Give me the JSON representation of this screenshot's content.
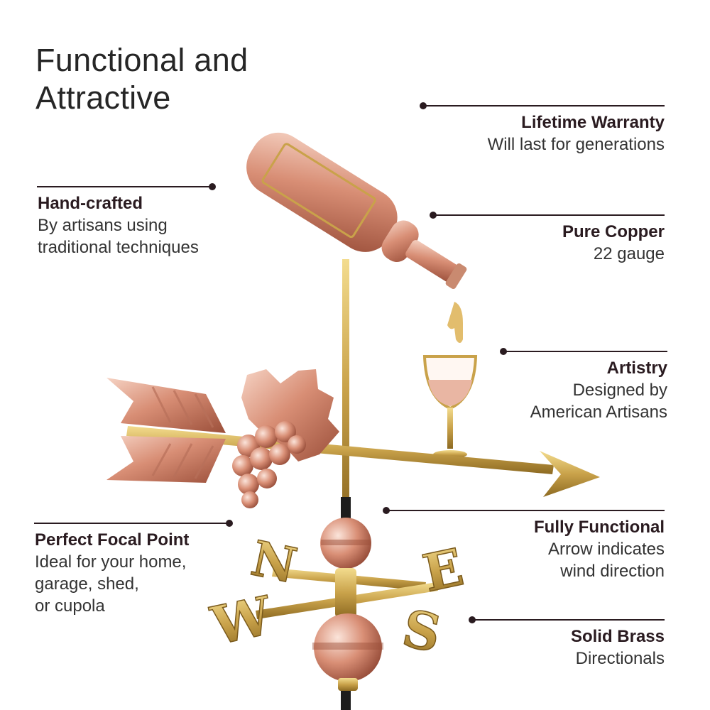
{
  "title": {
    "line1": "Functional and",
    "line2": "Attractive"
  },
  "callouts": {
    "warranty": {
      "heading": "Lifetime Warranty",
      "lines": [
        "Will last for generations"
      ]
    },
    "handcrafted": {
      "heading": "Hand-crafted",
      "lines": [
        "By artisans using",
        "traditional techniques"
      ]
    },
    "copper": {
      "heading": "Pure Copper",
      "lines": [
        "22 gauge"
      ]
    },
    "artistry": {
      "heading": "Artistry",
      "lines": [
        "Designed by",
        "American Artisans"
      ]
    },
    "focal": {
      "heading": "Perfect Focal Point",
      "lines": [
        "Ideal for your home,",
        "garage, shed,",
        "or cupola"
      ]
    },
    "functional": {
      "heading": "Fully Functional",
      "lines": [
        "Arrow indicates",
        "wind direction"
      ]
    },
    "brass": {
      "heading": "Solid Brass",
      "lines": [
        "Directionals"
      ]
    }
  },
  "directions": {
    "north": "N",
    "east": "E",
    "south": "S",
    "west": "W"
  },
  "colors": {
    "copper": "#d99a86",
    "brass": "#c9a24a",
    "ink": "#2a1b20"
  }
}
